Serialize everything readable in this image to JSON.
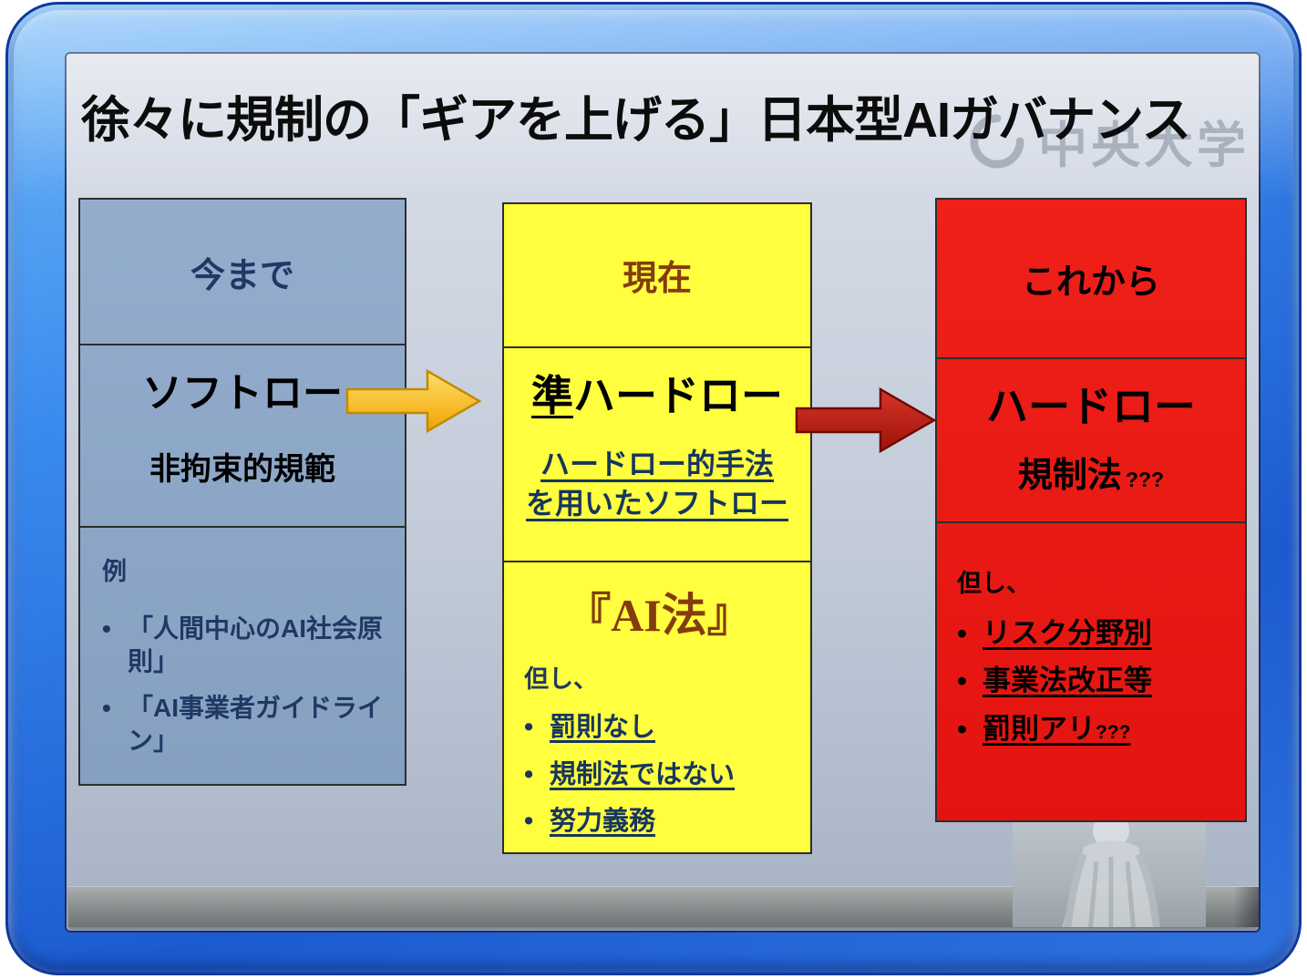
{
  "slide": {
    "title": "徐々に規制の「ギアを上げる」日本型AIガバナンス",
    "watermark_text": "中央大学"
  },
  "ui": {
    "bullet": "•"
  },
  "left_box": {
    "header": "今まで",
    "title": "ソフトロー",
    "subtitle": "非拘束的規範",
    "example_label": "例",
    "bullets": [
      "「人間中心のAI社会原則」",
      "「AI事業者ガイドライン」"
    ]
  },
  "middle_box": {
    "header": "現在",
    "title_first": "準",
    "title_rest": "ハードロー",
    "sub_line1": "ハードロー的手法",
    "sub_line2": "を用いたソフトロー",
    "law_title": "『AI法』",
    "however": "但し、",
    "bullets": [
      "罰則なし",
      "規制法ではない",
      "努力義務"
    ]
  },
  "right_box": {
    "header": "これから",
    "title": "ハードロー",
    "subtitle_text": "規制法",
    "subtitle_q": "???",
    "however": "但し、",
    "bullets": [
      "リスク分野別",
      "事業法改正等"
    ],
    "bullet_last_text": "罰則アリ",
    "bullet_last_q": "???"
  },
  "colors": {
    "frame_blue": "#2e7de8",
    "slide_top": "#dadfe9",
    "slide_bottom": "#a6b2c5",
    "left_box_fill": "#8ea9c9",
    "middle_box_fill": "#ffff3f",
    "right_box_fill": "#ee1c16",
    "navy_text": "#1f3864",
    "brown_text": "#843c0c",
    "arrow_yellow": "#ffc000",
    "arrow_red": "#c00000",
    "footer_bar": "#868b8c"
  }
}
